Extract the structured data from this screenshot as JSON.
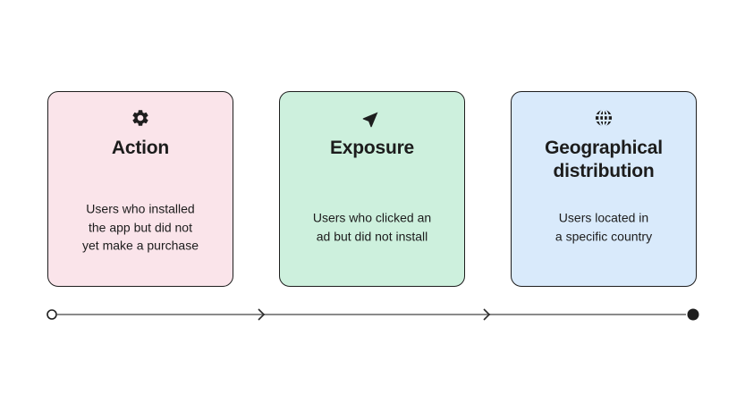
{
  "cards": [
    {
      "icon": "gear-icon",
      "title": "Action",
      "desc": "Users who installed\nthe app but did not\nyet make a purchase",
      "bg_color": "#fae4ea",
      "border_color": "#1e1e1e"
    },
    {
      "icon": "send-icon",
      "title": "Exposure",
      "desc": "Users who clicked an\nad but did not install",
      "bg_color": "#cdf0dd",
      "border_color": "#1e1e1e"
    },
    {
      "icon": "globe-icon",
      "title": "Geographical\ndistribution",
      "desc": "Users located in\na specific country",
      "bg_color": "#d9eafb",
      "border_color": "#1e1e1e"
    }
  ],
  "timeline": {
    "start_marker": "hollow-circle",
    "end_marker": "filled-dot",
    "arrow_count": 2,
    "line_color": "#8a8a8a",
    "marker_color": "#1e1e1e"
  },
  "colors": {
    "background": "#ffffff",
    "text": "#1c1c1c"
  }
}
